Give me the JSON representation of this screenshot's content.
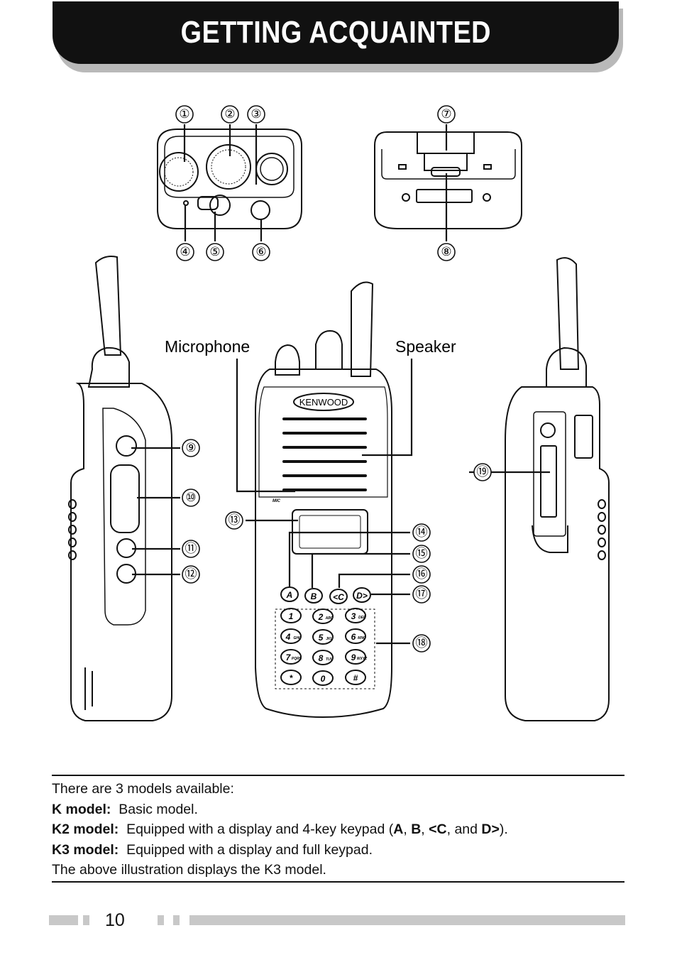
{
  "header": {
    "title": "GETTING ACQUAINTED"
  },
  "diagram": {
    "callouts": [
      "①",
      "②",
      "③",
      "④",
      "⑤",
      "⑥",
      "⑦",
      "⑧",
      "⑨",
      "⑩",
      "⑪",
      "⑫",
      "⑬",
      "⑭",
      "⑮",
      "⑯",
      "⑰",
      "⑱",
      "⑲"
    ],
    "microphone_label": "Microphone",
    "speaker_label": "Speaker",
    "brand": "KENWOOD",
    "mic_marking": "MIC",
    "abcd_keys": [
      "A",
      "B",
      "<C",
      "D>"
    ],
    "keypad_digits": [
      "1",
      "2",
      "3",
      "4",
      "5",
      "6",
      "7",
      "8",
      "9",
      "*",
      "0",
      "#"
    ],
    "keypad_letters": [
      "",
      "ABC",
      "DEF",
      "GHI",
      "JKL",
      "MNO",
      "PQRS",
      "TUV",
      "WXYZ",
      "",
      "",
      ""
    ]
  },
  "notes": {
    "intro": "There are 3 models available:",
    "k_label": "K model:",
    "k_text": "Basic model.",
    "k2_label": "K2 model:",
    "k2_text_pre": "Equipped with a display and 4-key keypad (",
    "k2_key_a": "A",
    "k2_sep1": ", ",
    "k2_key_b": "B",
    "k2_sep2": ", ",
    "k2_key_c": "<C",
    "k2_sep3": ", and ",
    "k2_key_d": "D>",
    "k2_text_post": ").",
    "k3_label": "K3 model:",
    "k3_text": "Equipped with a display and full keypad.",
    "outro": "The above illustration displays the K3 model."
  },
  "footer": {
    "page_number": "10"
  }
}
